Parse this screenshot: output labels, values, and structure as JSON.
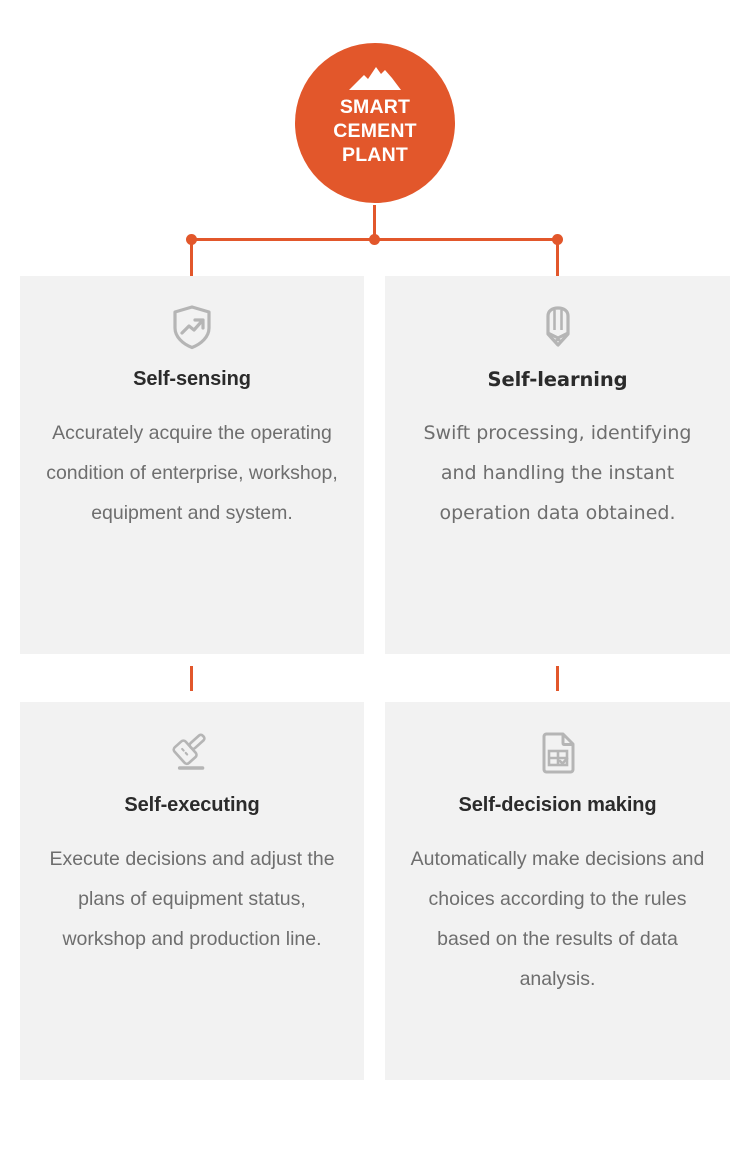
{
  "hub": {
    "icon": "mountain-icon",
    "title": "SMART\nCEMENT\nPLANT",
    "color": "#E2572B"
  },
  "connectors": {
    "color": "#E2572B",
    "dots": [
      "dot-left",
      "dot-center",
      "dot-right"
    ]
  },
  "cards": [
    {
      "icon": "shield-trend-icon",
      "title": "Self-sensing",
      "body": "Accurately acquire the operating condition of enterprise, workshop, equipment and system."
    },
    {
      "icon": "pencil-icon",
      "title": "Self-learning",
      "body": "Swift processing, identifying and handling the instant operation data obtained."
    },
    {
      "icon": "gavel-icon",
      "title": "Self-executing",
      "body": "Execute decisions and adjust the plans of equipment status, workshop and production line."
    },
    {
      "icon": "document-table-icon",
      "title": "Self-decision making",
      "body": "Automatically make decisions and choices according to the rules based on the results of data analysis."
    }
  ],
  "colors": {
    "accent": "#E2572B",
    "card_background": "#F2F2F2",
    "title_text": "#2b2b2b",
    "body_text": "#6e6e6e",
    "icon_gray": "#b5b5b5",
    "page_background": "#ffffff"
  }
}
